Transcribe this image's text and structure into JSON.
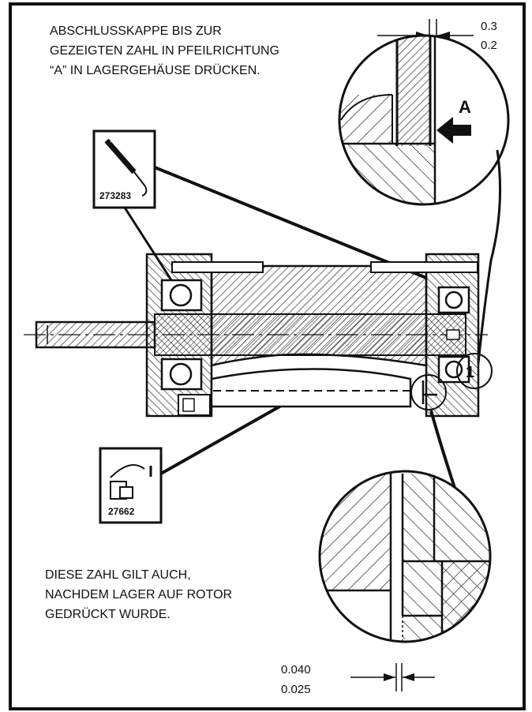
{
  "instruction_top": {
    "lines": [
      "ABSCHLUSSKAPPE BIS ZUR",
      "GEZEIGTEN ZAHL IN PFEILRICHTUNG",
      "“A” IN LAGERGEHÄUSE DRÜCKEN."
    ]
  },
  "instruction_bottom": {
    "lines": [
      "DIESE ZAHL GILT AUCH,",
      "NACHDEM LAGER AUF ROTOR",
      "GEDRÜCKT WURDE."
    ]
  },
  "dimension_top": {
    "upper": "0.3",
    "lower": "0.2"
  },
  "dimension_bottom": {
    "upper": "0.040",
    "lower": "0.025"
  },
  "arrow_label": "A",
  "tool_1": {
    "part_number": "273283",
    "icon": "grease-gun-icon"
  },
  "tool_2": {
    "part_number": "27662",
    "icon": "grease-cup-icon"
  },
  "detail_marker": "1",
  "colors": {
    "ink": "#111111",
    "paper": "#ffffff"
  }
}
